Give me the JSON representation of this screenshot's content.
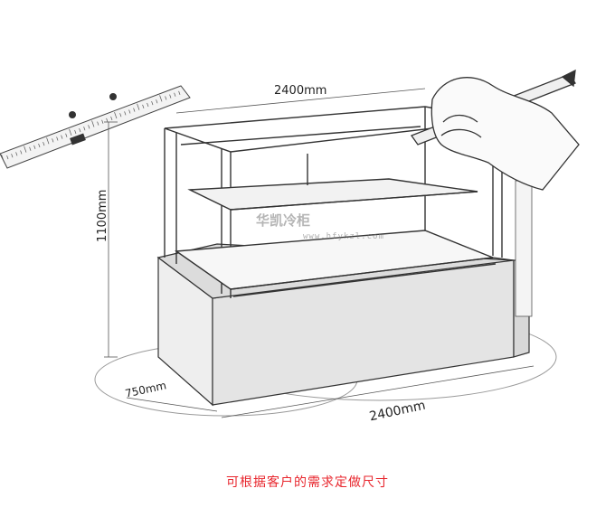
{
  "dimensions": {
    "top_width": "2400mm",
    "height": "1100mm",
    "depth": "750mm",
    "bottom_width": "2400mm"
  },
  "watermark": {
    "text": "华凯冷柜",
    "url": "www.hfykzl.com"
  },
  "caption": {
    "text": "可根据客户的需求定做尺寸",
    "color": "#e8262d"
  }
}
